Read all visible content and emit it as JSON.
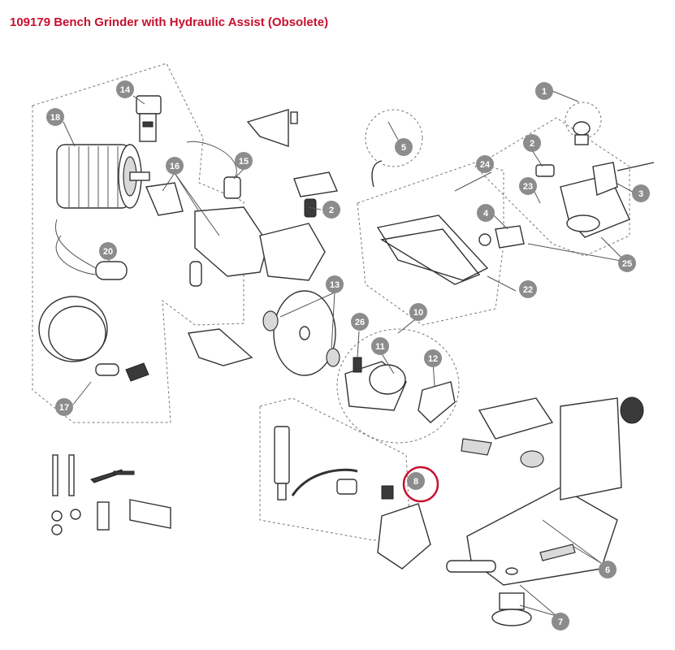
{
  "page": {
    "title": "109179 Bench Grinder with Hydraulic Assist (Obsolete)"
  },
  "colors": {
    "title": "#c8102e",
    "callout_fill": "#8c8c8c",
    "callout_text": "#ffffff",
    "highlight_ring": "#c8102e",
    "line_art": "#333333"
  },
  "callouts": [
    {
      "id": "1",
      "label": "1"
    },
    {
      "id": "2a",
      "label": "2"
    },
    {
      "id": "2b",
      "label": "2"
    },
    {
      "id": "3",
      "label": "3"
    },
    {
      "id": "4",
      "label": "4"
    },
    {
      "id": "5",
      "label": "5"
    },
    {
      "id": "6",
      "label": "6"
    },
    {
      "id": "7",
      "label": "7"
    },
    {
      "id": "8",
      "label": "8",
      "highlighted": true
    },
    {
      "id": "10",
      "label": "10"
    },
    {
      "id": "11",
      "label": "11"
    },
    {
      "id": "12",
      "label": "12"
    },
    {
      "id": "13",
      "label": "13"
    },
    {
      "id": "14",
      "label": "14"
    },
    {
      "id": "15",
      "label": "15"
    },
    {
      "id": "16",
      "label": "16"
    },
    {
      "id": "17",
      "label": "17"
    },
    {
      "id": "18",
      "label": "18"
    },
    {
      "id": "20",
      "label": "20"
    },
    {
      "id": "22",
      "label": "22"
    },
    {
      "id": "23",
      "label": "23"
    },
    {
      "id": "24",
      "label": "24"
    },
    {
      "id": "25",
      "label": "25"
    },
    {
      "id": "26",
      "label": "26"
    }
  ]
}
